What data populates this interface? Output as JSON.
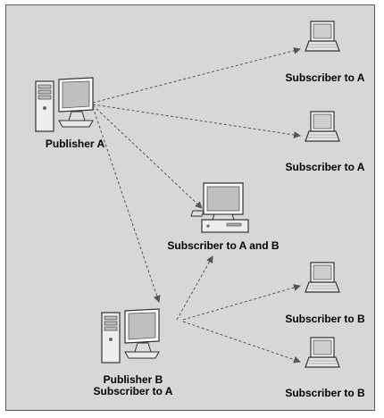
{
  "nodes": {
    "publisher_a": {
      "label": "Publisher A",
      "device": "desktop-with-tower-icon"
    },
    "subscriber_a_1": {
      "label": "Subscriber to A",
      "device": "laptop-icon"
    },
    "subscriber_a_2": {
      "label": "Subscriber to A",
      "device": "laptop-icon"
    },
    "subscriber_ab": {
      "label": "Subscriber to A and B",
      "device": "desktop-computer-icon"
    },
    "publisher_b": {
      "label_line1": "Publisher B",
      "label_line2": "Subscriber to A",
      "device": "desktop-with-tower-icon"
    },
    "subscriber_b_1": {
      "label": "Subscriber to B",
      "device": "laptop-icon"
    },
    "subscriber_b_2": {
      "label": "Subscriber to B",
      "device": "laptop-icon"
    }
  },
  "connections": [
    {
      "from": "Publisher A",
      "to": "Subscriber to A"
    },
    {
      "from": "Publisher A",
      "to": "Subscriber to A"
    },
    {
      "from": "Publisher A",
      "to": "Subscriber to A and B"
    },
    {
      "from": "Publisher A",
      "to": "Publisher B"
    },
    {
      "from": "Publisher B",
      "to": "Subscriber to A and B"
    },
    {
      "from": "Publisher B",
      "to": "Subscriber to B"
    },
    {
      "from": "Publisher B",
      "to": "Subscriber to B"
    }
  ],
  "colors": {
    "background": "#d7d7d7",
    "border": "#5a5a5a",
    "arrow": "#555555"
  }
}
